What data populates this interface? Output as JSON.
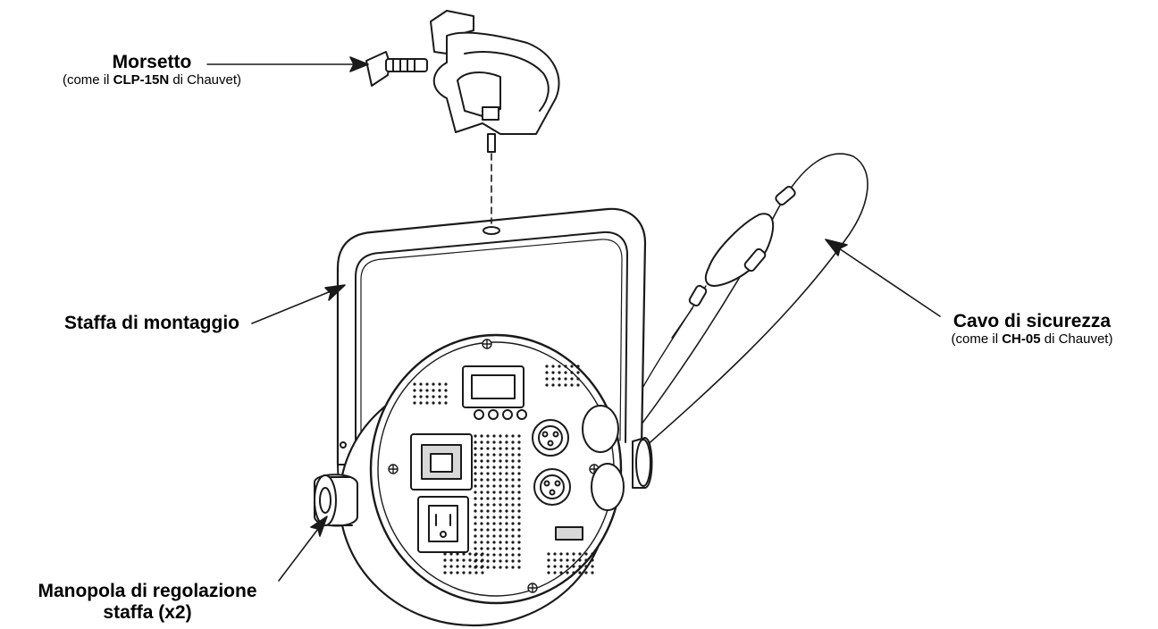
{
  "labels": {
    "clamp": {
      "title": "Morsetto",
      "sub_prefix": "(come il ",
      "sub_bold": "CLP-15N",
      "sub_suffix": " di Chauvet)"
    },
    "bracket": {
      "title": "Staffa di montaggio"
    },
    "cable": {
      "title": "Cavo di sicurezza",
      "sub_prefix": "(come il ",
      "sub_bold": "CH-05",
      "sub_suffix": " di Chauvet)"
    },
    "knob": {
      "title_line1": "Manopola di regolazione",
      "title_line2": "staffa (x2)"
    }
  },
  "colors": {
    "line": "#1a1a1a",
    "fill": "#ffffff",
    "shade": "#d8d8d8"
  }
}
